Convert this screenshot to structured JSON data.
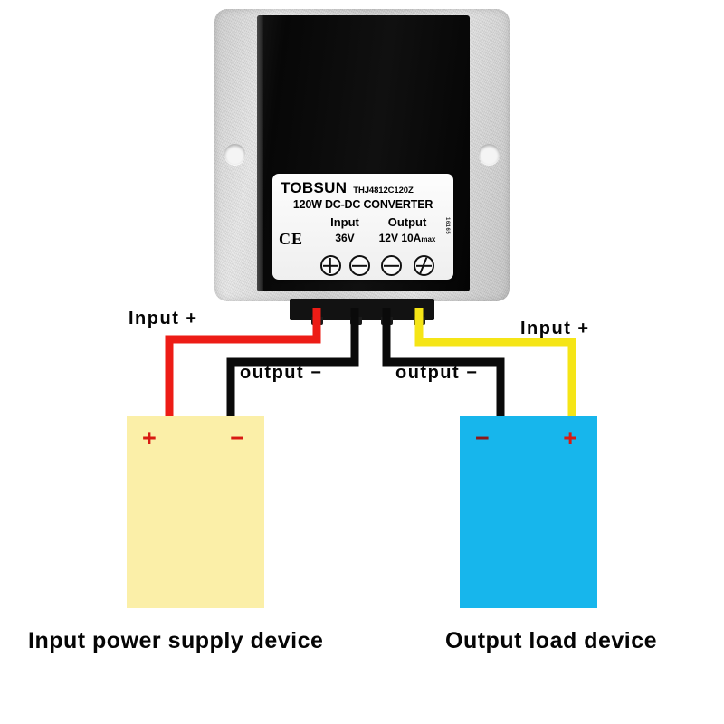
{
  "device": {
    "brand": "TOBSUN",
    "model": "THJ4812C120Z",
    "description": "120W DC-DC CONVERTER",
    "ce_mark": "CE",
    "serial": "16165",
    "ports": [
      {
        "name": "Input",
        "rating": "36V",
        "terminals": [
          "positive-screw",
          "negative-screw"
        ]
      },
      {
        "name": "Output",
        "rating_volts": "12V",
        "rating_amps": "10A",
        "rating_suffix": "max",
        "terminals": [
          "negative-screw",
          "positive-screw"
        ]
      }
    ]
  },
  "wire_labels": {
    "input_left": "Input +",
    "input_right": "Input +",
    "output_left": "output −",
    "output_right": "output −"
  },
  "supply_device": {
    "caption": "Input power supply device",
    "color": "#fbefa8",
    "terminal_left": "+",
    "terminal_right": "−"
  },
  "load_device": {
    "caption": "Output load device",
    "color": "#17b6ec",
    "terminal_left": "−",
    "terminal_right": "+"
  },
  "wires": [
    {
      "name": "input-positive-wire",
      "color": "#ed1c16",
      "from": "converter-input-plus",
      "to": "supply-plus"
    },
    {
      "name": "input-negative-wire",
      "color": "#0a0a0a",
      "from": "converter-input-minus",
      "to": "supply-minus"
    },
    {
      "name": "output-negative-wire",
      "color": "#0a0a0a",
      "from": "converter-output-minus",
      "to": "load-minus"
    },
    {
      "name": "output-positive-wire",
      "color": "#f5e516",
      "from": "converter-output-plus",
      "to": "load-plus"
    }
  ],
  "colors": {
    "red": "#ed1c16",
    "yellow_wire": "#f5e516",
    "black": "#0a0a0a",
    "supply_box": "#fbefa8",
    "load_box": "#17b6ec",
    "polarity_red": "#d81a12",
    "polarity_dark_red": "#8e1818"
  }
}
